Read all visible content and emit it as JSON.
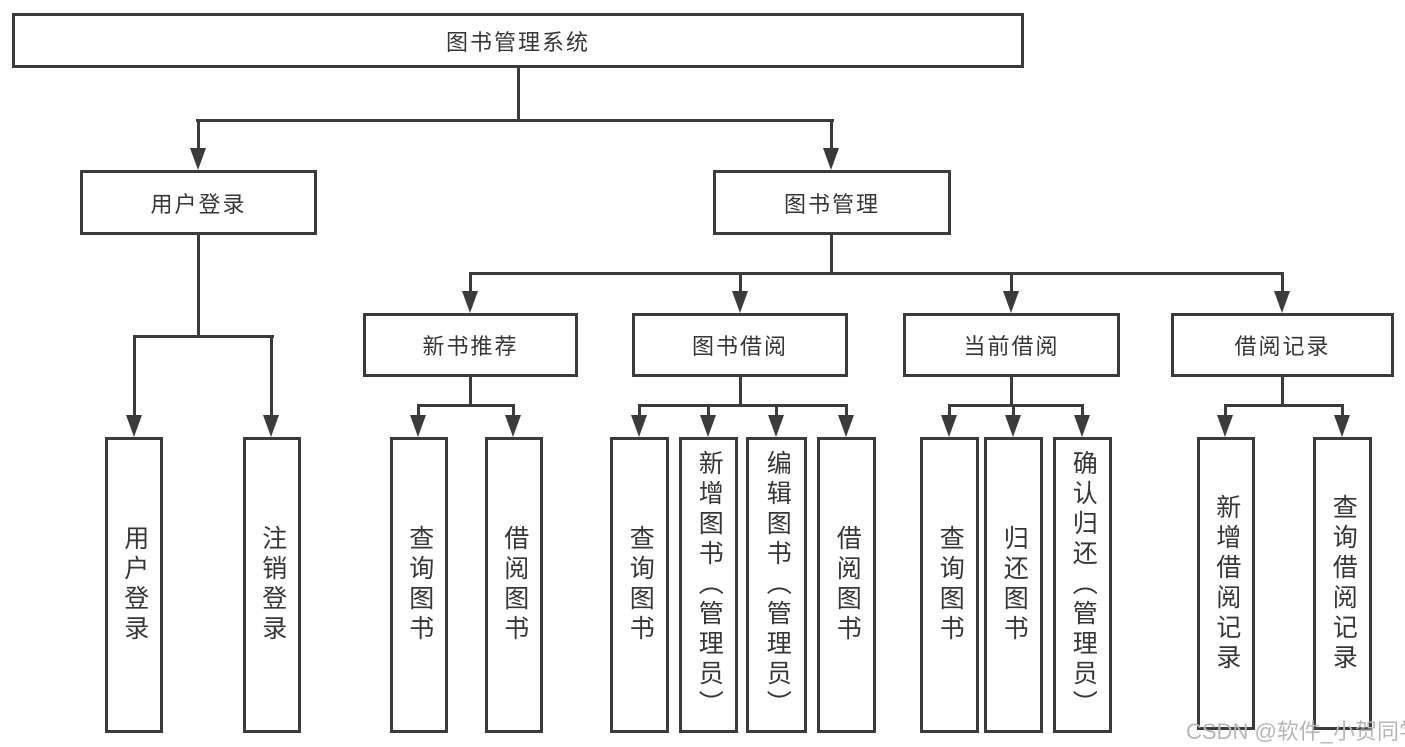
{
  "tree": {
    "label": "图书管理系统",
    "children": [
      {
        "label": "用户登录",
        "children": [
          {
            "label": "用户登录"
          },
          {
            "label": "注销登录"
          }
        ]
      },
      {
        "label": "图书管理",
        "children": [
          {
            "label": "新书推荐",
            "children": [
              {
                "label": "查询图书"
              },
              {
                "label": "借阅图书"
              }
            ]
          },
          {
            "label": "图书借阅",
            "children": [
              {
                "label": "查询图书"
              },
              {
                "label": "新增图书（管理员）"
              },
              {
                "label": "编辑图书（管理员）"
              },
              {
                "label": "借阅图书"
              }
            ]
          },
          {
            "label": "当前借阅",
            "children": [
              {
                "label": "查询图书"
              },
              {
                "label": "归还图书"
              },
              {
                "label": "确认归还（管理员）"
              }
            ]
          },
          {
            "label": "借阅记录",
            "children": [
              {
                "label": "新增借阅记录"
              },
              {
                "label": "查询借阅记录"
              }
            ]
          }
        ]
      }
    ]
  },
  "watermark": "CSDN @软件_小贺同学",
  "colors": {
    "line": "#3b3b3b",
    "text": "#363636",
    "watermark": "#b7b7b7",
    "background": "#ffffff"
  }
}
